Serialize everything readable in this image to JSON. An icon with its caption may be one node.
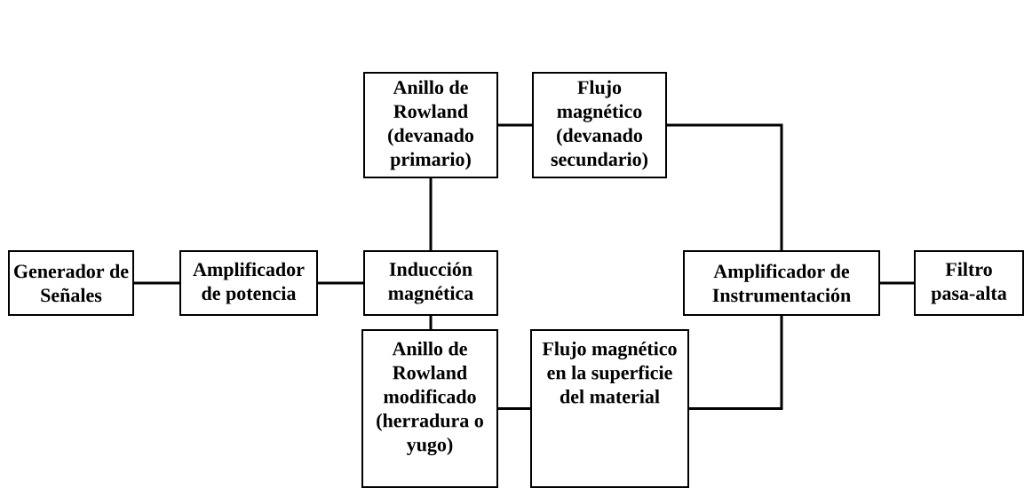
{
  "diagram": {
    "nodes": [
      {
        "text": [
          "Generador de Señales"
        ]
      },
      {
        "text": [
          "Amplificador de potencia"
        ]
      },
      {
        "text": [
          "Anillo de Rowland (devanado primario)"
        ]
      },
      {
        "text": [
          "Flujo magnético (devanado secundario)"
        ]
      },
      {
        "text": [
          "Inducción magnética"
        ]
      },
      {
        "text": [
          "Amplificador de Instrumentación"
        ]
      },
      {
        "text": [
          "Filtro pasa-alta"
        ]
      },
      {
        "text": [
          "Anillo de Rowland modificado (herradura o yugo)"
        ]
      },
      {
        "text": [
          "Flujo magnético en la superficie del material"
        ]
      }
    ],
    "edges": [
      {
        "from": 0,
        "to": 1,
        "arrow": "none"
      },
      {
        "from": 1,
        "to": 4,
        "arrow": "none"
      },
      {
        "from": 4,
        "to": 2,
        "arrow": "none"
      },
      {
        "from": 2,
        "to": 3,
        "arrow": "none"
      },
      {
        "from": 3,
        "to": 5,
        "arrow": "none"
      },
      {
        "from": 4,
        "to": 7,
        "arrow": "none"
      },
      {
        "from": 7,
        "to": 8,
        "arrow": "none"
      },
      {
        "from": 8,
        "to": 5,
        "arrow": "none"
      },
      {
        "from": 5,
        "to": 6,
        "arrow": "none"
      }
    ]
  }
}
